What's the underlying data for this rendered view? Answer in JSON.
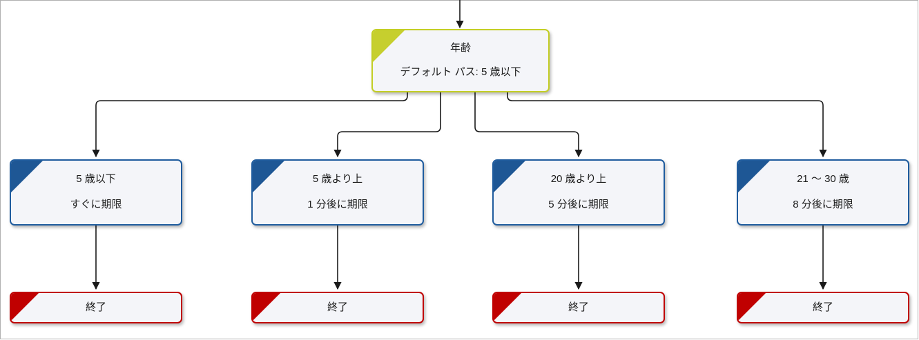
{
  "diagram": {
    "type": "flowchart",
    "title": "",
    "colors": {
      "decision_accent": "#c6cf2e",
      "decision_border": "#c3ce25",
      "case_accent": "#1e5795",
      "case_border": "#1f5c9e",
      "end_accent": "#c00000",
      "end_border": "#c00000",
      "node_fill": "#f4f5f9",
      "edge": "#1a1a1a",
      "frame": "#b0b0b0"
    },
    "decision": {
      "id": "decision-age",
      "title": "年齢",
      "subtitle": "デフォルト パス: 5 歳以下"
    },
    "cases": [
      {
        "id": "case-under-5",
        "title": "5 歳以下",
        "subtitle": "すぐに期限"
      },
      {
        "id": "case-over-5",
        "title": "5 歳より上",
        "subtitle": "1 分後に期限"
      },
      {
        "id": "case-over-20",
        "title": "20 歳より上",
        "subtitle": "5 分後に期限"
      },
      {
        "id": "case-21-to-30",
        "title": "21 ～ 30 歳",
        "subtitle": "8 分後に期限"
      }
    ],
    "ends": [
      {
        "id": "end-1",
        "title": "終了"
      },
      {
        "id": "end-2",
        "title": "終了"
      },
      {
        "id": "end-3",
        "title": "終了"
      },
      {
        "id": "end-4",
        "title": "終了"
      }
    ]
  }
}
